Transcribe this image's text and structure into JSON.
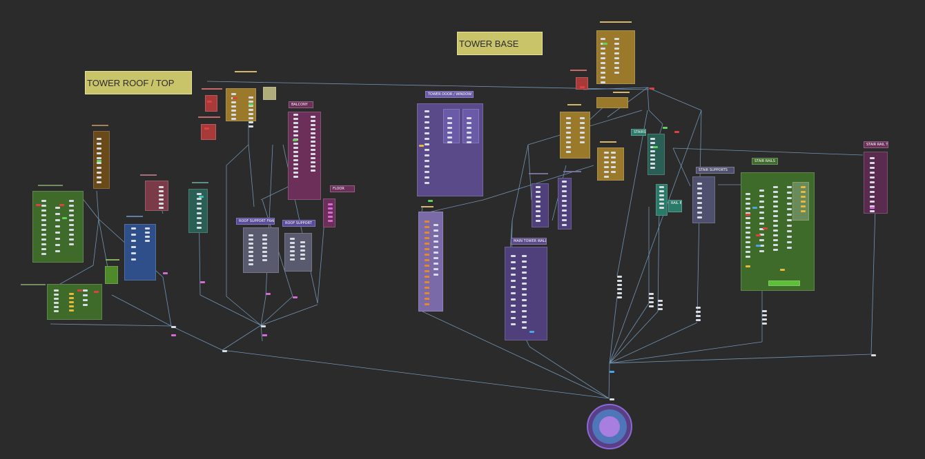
{
  "notes": {
    "tower_roof_top": "TOWER ROOF / TOP",
    "tower_base": "TOWER BASE"
  },
  "groups": {
    "tower_door_window": "TOWER DOOR / WINDOW",
    "balcony": "BALCONY",
    "floor": "FLOOR",
    "roof_support_frame": "ROOF SUPPORT FRAME",
    "roof_support": "ROOF SUPPORT",
    "main_tower_wall": "MAIN TOWER WALL",
    "stairs": "STAIRS",
    "stair_supports": "STAIR SUPPORTS",
    "stair_rails": "STAIR RAILS",
    "stair_rail_top": "STAIR RAIL TOP",
    "rail_base": "RAIL BASE"
  },
  "colors": {
    "canvas": "#2b2b2b",
    "wire": "#7fa8d0",
    "note": "#c9c46a",
    "purple_group": "#5b4a8a",
    "green_group": "#3f6b2a",
    "gold_group": "#8a7330",
    "magenta_group": "#6b2f5a",
    "teal_group": "#2a5f55",
    "red_group": "#8a2f2f",
    "blue_group": "#2f4f8a",
    "gray_group": "#5a5a6e"
  },
  "output_node": "output-node"
}
